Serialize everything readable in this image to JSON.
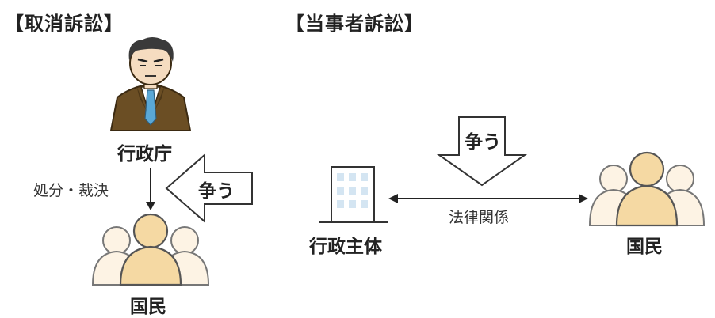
{
  "left_panel": {
    "title": "【取消訴訟】",
    "official_label": "行政庁",
    "action_label": "処分・裁決",
    "dispute_label": "争う",
    "people_label": "国民"
  },
  "right_panel": {
    "title": "【当事者訴訟】",
    "dispute_label": "争う",
    "relation_label": "法律関係",
    "entity_label": "行政主体",
    "people_label": "国民"
  },
  "colors": {
    "suit": "#6b4e24",
    "skin": "#f5dcc0",
    "hair": "#3a3a3a",
    "tie": "#5aa8d6",
    "person_main": "#f5d9a3",
    "person_main_stroke": "#555555",
    "person_side": "#fdf3e4",
    "person_side_stroke": "#777777",
    "building": "#d4e5f2",
    "line": "#222222"
  },
  "icons": {
    "official": "businessman-icon",
    "people_left": "people-group-icon",
    "people_right": "people-group-icon",
    "building": "building-icon"
  }
}
